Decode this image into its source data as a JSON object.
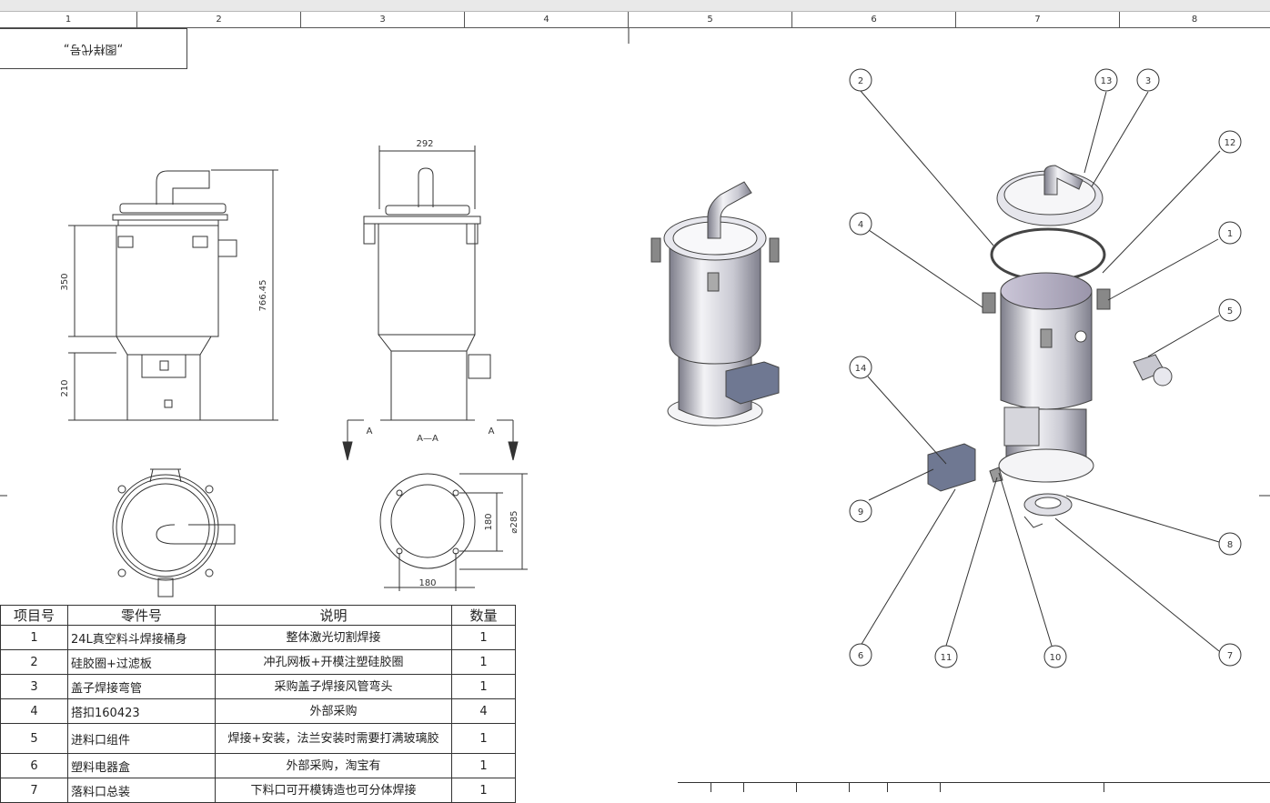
{
  "ruler": {
    "zones": [
      "1",
      "2",
      "3",
      "4",
      "5",
      "6",
      "7",
      "8"
    ]
  },
  "stamp": {
    "text": "„图样代号„"
  },
  "dimensions": {
    "height_total": "766.45",
    "height_upper": "350",
    "height_lower": "210",
    "width_top": "292",
    "section_a": "A",
    "section_label": "A—A",
    "flange_dia": "⌀285",
    "bolt_spacing_v": "180",
    "bolt_spacing_h": "180"
  },
  "balloons": [
    "1",
    "2",
    "3",
    "4",
    "5",
    "6",
    "7",
    "8",
    "9",
    "10",
    "11",
    "12",
    "13",
    "14"
  ],
  "bom": {
    "headers": [
      "项目号",
      "零件号",
      "说明",
      "数量"
    ],
    "rows": [
      {
        "no": "1",
        "part": "24L真空料斗焊接桶身",
        "desc": "整体激光切割焊接",
        "qty": "1"
      },
      {
        "no": "2",
        "part": "硅胶圈+过滤板",
        "desc": "冲孔网板+开模注塑硅胶圈",
        "qty": "1"
      },
      {
        "no": "3",
        "part": "盖子焊接弯管",
        "desc": "采购盖子焊接风管弯头",
        "qty": "1"
      },
      {
        "no": "4",
        "part": "搭扣160423",
        "desc": "外部采购",
        "qty": "4"
      },
      {
        "no": "5",
        "part": "进料口组件",
        "desc": "焊接+安装，法兰安装时需要打满玻璃胶",
        "qty": "1"
      },
      {
        "no": "6",
        "part": "塑料电器盒",
        "desc": "外部采购，淘宝有",
        "qty": "1"
      },
      {
        "no": "7",
        "part": "落料口总装",
        "desc": "下料口可开模铸造也可分体焊接",
        "qty": "1"
      }
    ]
  },
  "colors": {
    "line": "#333333",
    "metal_light": "#e4e4ea",
    "metal_dark": "#8f8f9c",
    "box_blue": "#6f7892"
  }
}
